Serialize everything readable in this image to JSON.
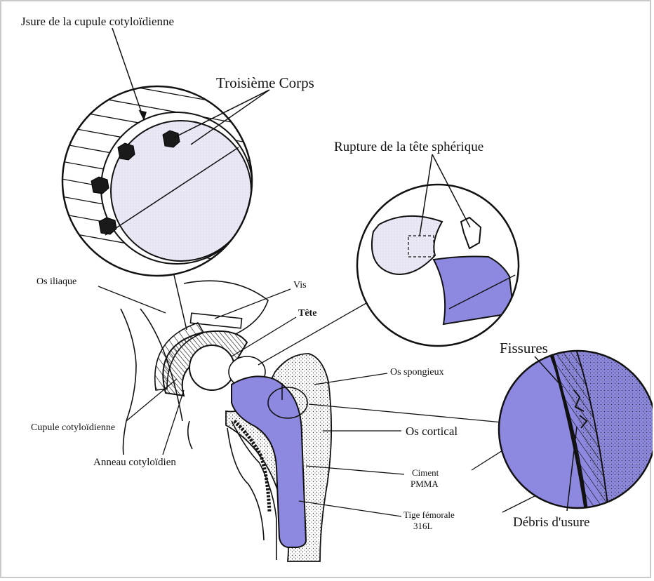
{
  "labels": {
    "cup_wear": "Jsure de la cupule cotyloïdienne",
    "third_body": "Troisième Corps",
    "head_rupture": "Rupture de la tête sphérique",
    "iliac_bone": "Os iliaque",
    "screw": "Vis",
    "head": "Tête",
    "fissures": "Fissures",
    "spongy_bone": "Os spongieux",
    "cortical_bone": "Os cortical",
    "acetabular_cup": "Cupule cotyloïdienne",
    "acetabular_ring": "Anneau cotyloïdien",
    "cement": "Ciment",
    "pmma": "PMMA",
    "stem": "Tige fémorale",
    "stem_grade": "316L",
    "wear_debris": "Débris d'usure"
  },
  "colors": {
    "implant_fill": "#8d88e0",
    "head_fill": "#ebe8f6",
    "line": "#111111"
  }
}
